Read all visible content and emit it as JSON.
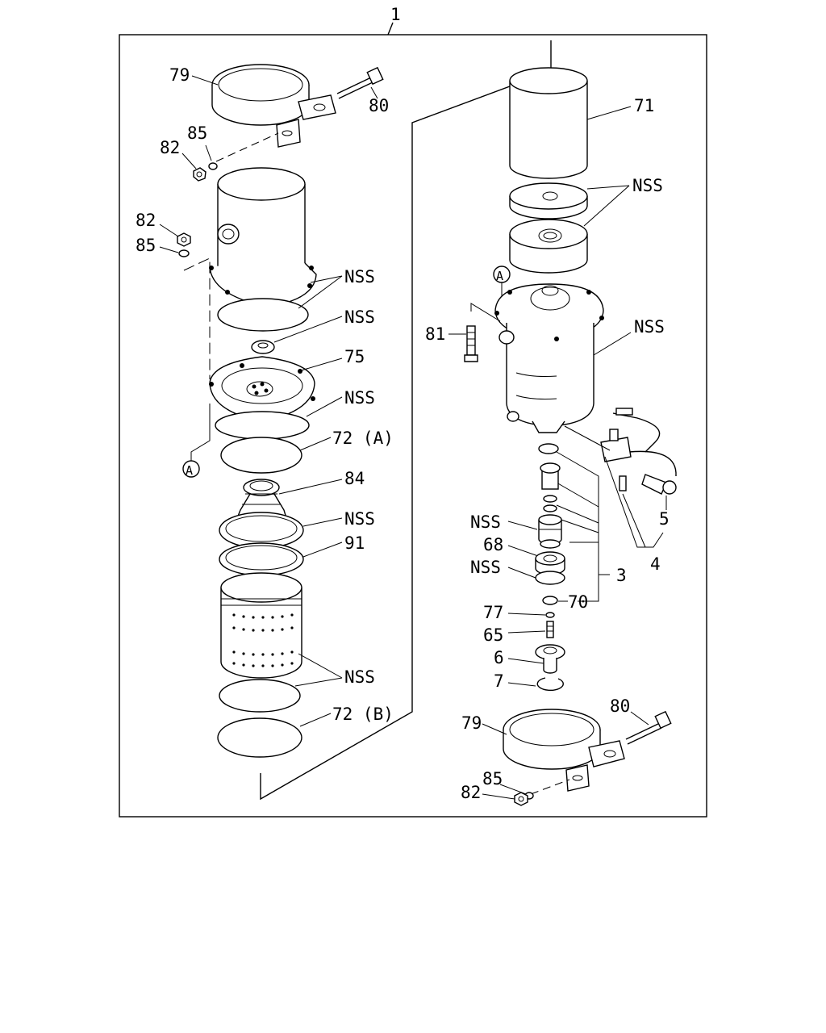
{
  "assembly_label": "1",
  "labels": {
    "l79_top": "79",
    "l80_top": "80",
    "l85_top": "85",
    "l82_top": "82",
    "l82_mid": "82",
    "l85_mid": "85",
    "lnss_1": "NSS",
    "lnss_2": "NSS",
    "l75": "75",
    "lnss_3": "NSS",
    "l72a": "72 (A)",
    "l84": "84",
    "lnss_4": "NSS",
    "l91": "91",
    "lnss_5": "NSS",
    "l72b": "72 (B)",
    "l71": "71",
    "lnss_r1": "NSS",
    "lnss_r2": "NSS",
    "l81": "81",
    "lnss_r3": "NSS",
    "l68": "68",
    "lnss_r4": "NSS",
    "l3": "3",
    "l70": "70",
    "l77": "77",
    "l65": "65",
    "l6": "6",
    "l7": "7",
    "l5": "5",
    "l4": "4",
    "l79_bot": "79",
    "l80_bot": "80",
    "l85_bot": "85",
    "l82_bot": "82"
  },
  "ref_marks": {
    "left": "A",
    "right": "A"
  }
}
